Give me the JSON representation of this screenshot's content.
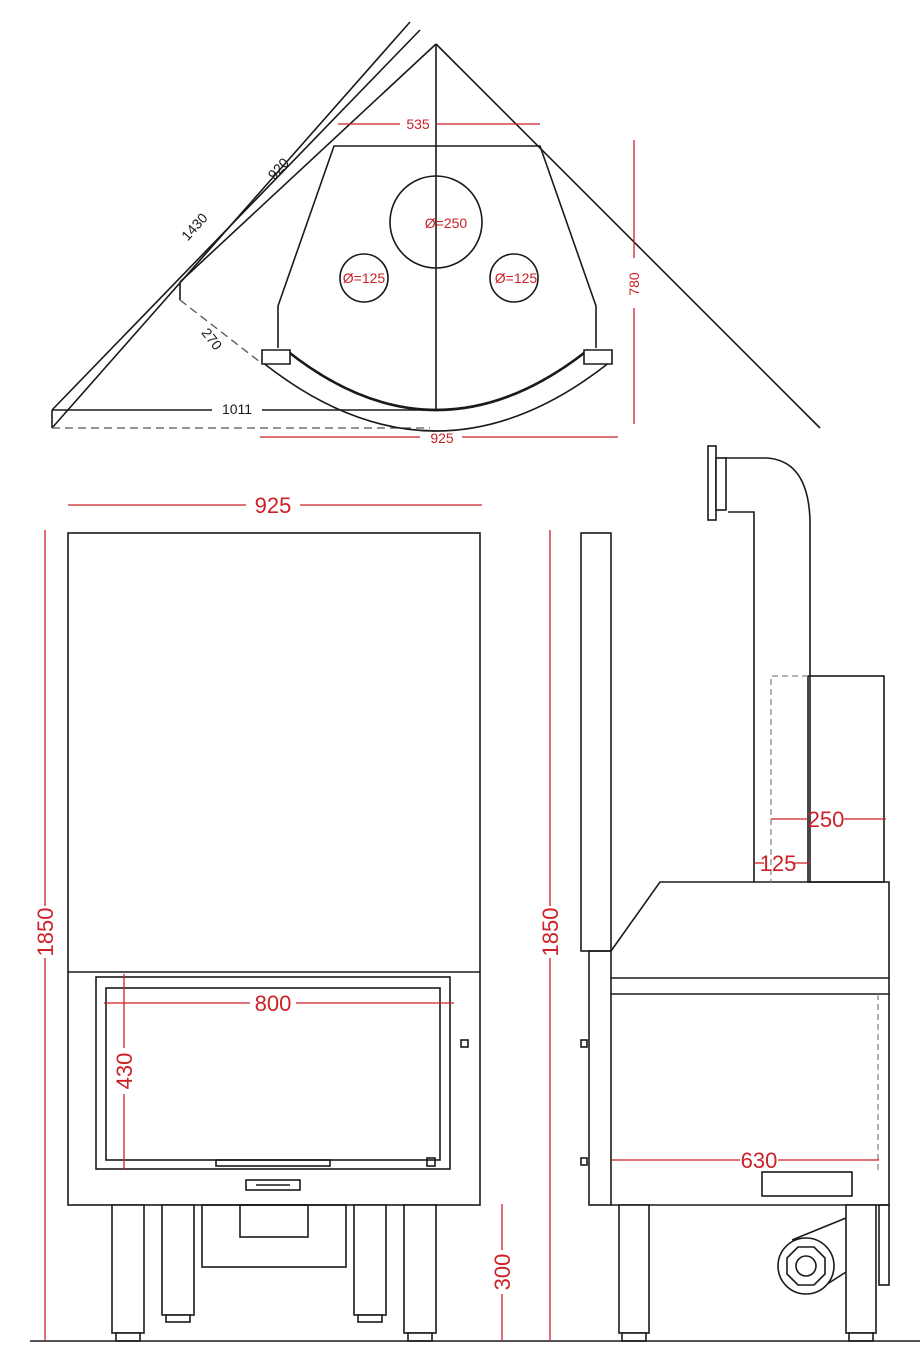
{
  "top_view": {
    "dim_1430": "1430",
    "dim_920": "920",
    "dim_270": "270",
    "dim_1011": "1011",
    "dim_535": "535",
    "dim_780": "780",
    "dim_925": "925",
    "flue_main": "Ø=250",
    "flue_left": "Ø=125",
    "flue_right": "Ø=125"
  },
  "front_view": {
    "width": "925",
    "height": "1850",
    "glass_width": "800",
    "glass_height": "430",
    "leg_height": "300"
  },
  "side_view": {
    "height": "1850",
    "duct_outer": "250",
    "duct_inner": "125",
    "depth": "630"
  },
  "colors": {
    "line": "#1a1a1a",
    "dimension": "#cc2127"
  }
}
